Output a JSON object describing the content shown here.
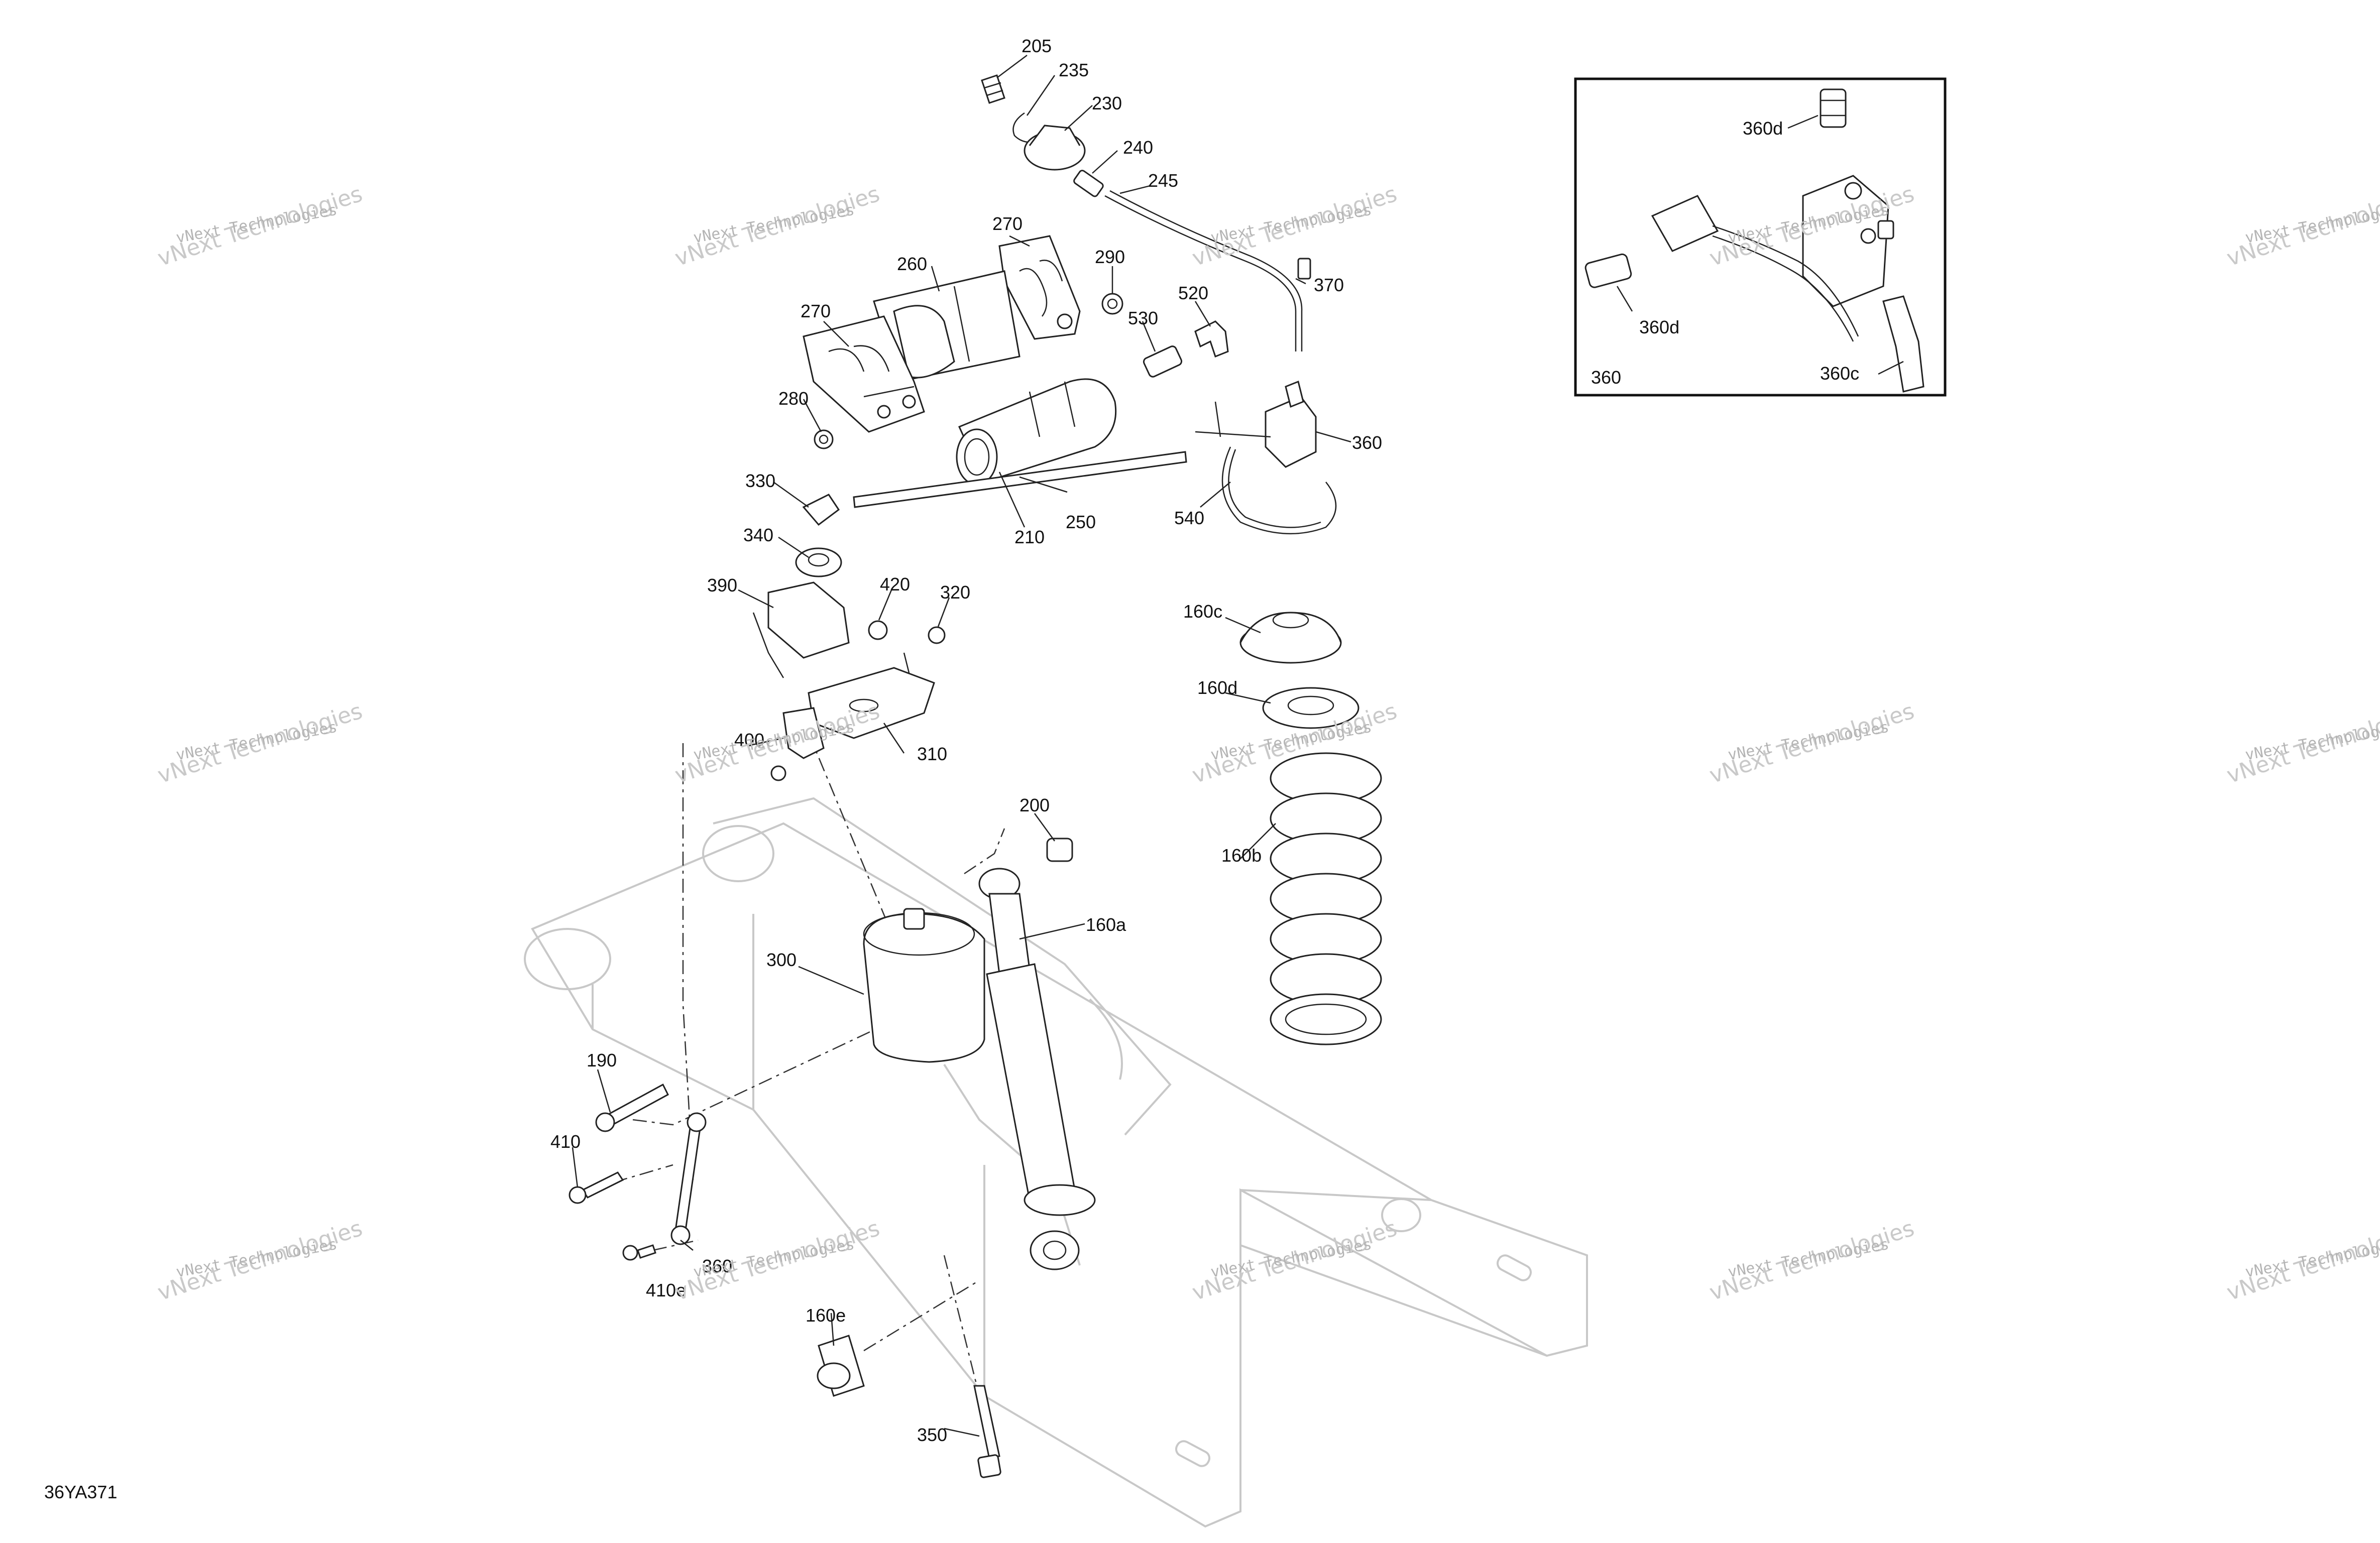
{
  "diagram": {
    "code": "36YA371",
    "watermark": "vNext Technologies",
    "inset_label": "360",
    "callouts": [
      "205",
      "235",
      "230",
      "240",
      "245",
      "270",
      "260",
      "290",
      "370",
      "520",
      "530",
      "280",
      "360",
      "330",
      "250",
      "210",
      "540",
      "340",
      "390",
      "420",
      "320",
      "160c",
      "160d",
      "310",
      "400",
      "200",
      "160b",
      "160a",
      "300",
      "190",
      "410",
      "360",
      "410e",
      "160e",
      "350",
      "360d",
      "360d",
      "360c"
    ]
  }
}
